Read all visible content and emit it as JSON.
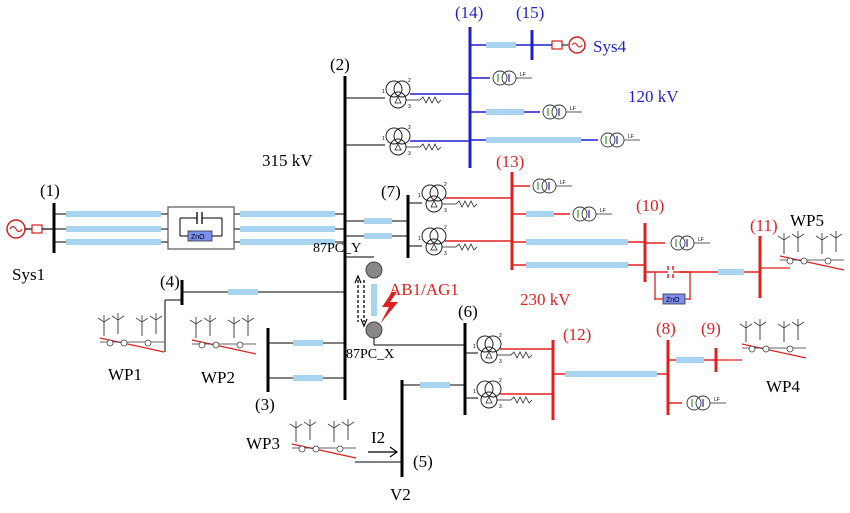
{
  "buses": {
    "b1": "(1)",
    "b2": "(2)",
    "b3": "(3)",
    "b4": "(4)",
    "b5": "(5)",
    "b6": "(6)",
    "b7": "(7)",
    "b8": "(8)",
    "b9": "(9)",
    "b10": "(10)",
    "b11": "(11)",
    "b12": "(12)",
    "b13": "(13)",
    "b14": "(14)",
    "b15": "(15)"
  },
  "systems": {
    "sys1": "Sys1",
    "sys4": "Sys4"
  },
  "wind_plants": {
    "wp1": "WP1",
    "wp2": "WP2",
    "wp3": "WP3",
    "wp4": "WP4",
    "wp5": "WP5"
  },
  "voltages": {
    "v315": "315 kV",
    "v230": "230 kV",
    "v120": "120 kV"
  },
  "relays": {
    "y": "87PC_Y",
    "x": "87PC_X"
  },
  "fault": "AB1/AG1",
  "measurements": {
    "current": "I2",
    "voltage": "V2"
  },
  "small": {
    "lf": "LF",
    "zno": "ZnO",
    "w1": "1",
    "w2": "2",
    "w3": "3"
  },
  "colors": {
    "hv": "#000000",
    "mv": "#1f1fd0",
    "lv": "#e02020",
    "line": "#a8d4f0"
  }
}
